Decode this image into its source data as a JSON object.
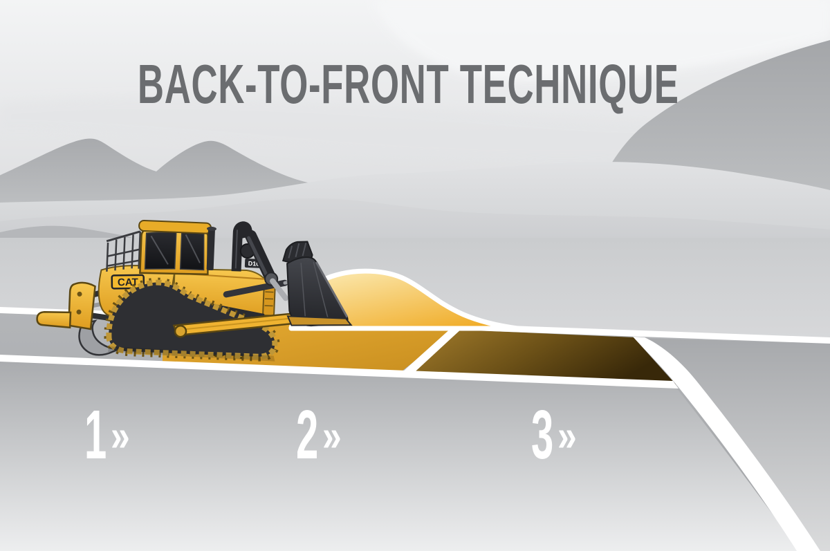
{
  "title": "BACK-TO-FRONT TECHNIQUE",
  "steps": [
    {
      "number": "1",
      "chevron": "»"
    },
    {
      "number": "2",
      "chevron": "»"
    },
    {
      "number": "3",
      "chevron": "»"
    }
  ],
  "machine": {
    "brand": "CAT",
    "model": "D10"
  },
  "colors": {
    "title-gray": "#6b6d70",
    "line-white": "#ffffff",
    "gold-light": "#e7ac33",
    "gold-dark": "#c88e1f",
    "brown-light": "#a57e2c",
    "brown-dark": "#382809",
    "mound-light": "#fceebb",
    "mound-dark": "#f0ac28",
    "cat-yellow": "#f3b92f",
    "cat-yellow-light": "#f7c84f",
    "cat-yellow-dark": "#de9d20",
    "machine-dark": "#2a2b2f",
    "blade-dark": "#232428",
    "ground-gray": "#a9abae",
    "sky-top": "#f3f4f5",
    "sky-bottom": "#dadbdd"
  }
}
